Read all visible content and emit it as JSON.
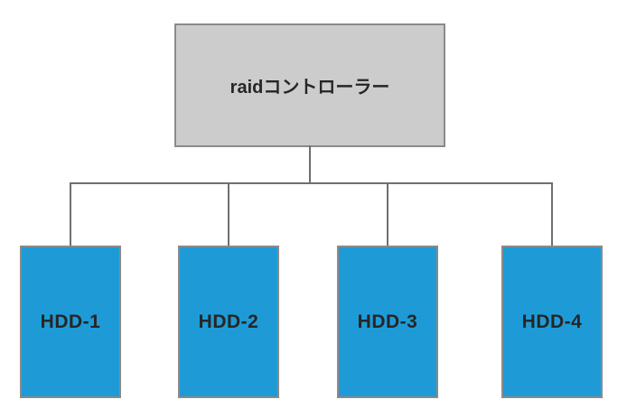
{
  "diagram": {
    "type": "tree",
    "background": "#ffffff",
    "connector_color": "#6f6f6f",
    "controller": {
      "label": "raidコントローラー",
      "fill": "#cccccc",
      "border_color": "#8a8a8a",
      "text_color": "#262626"
    },
    "hdds": [
      {
        "label": "HDD-1"
      },
      {
        "label": "HDD-2"
      },
      {
        "label": "HDD-3"
      },
      {
        "label": "HDD-4"
      }
    ],
    "hdd_style": {
      "fill": "#1e9bd7",
      "border_color": "#8a8a8a",
      "text_color": "#262626"
    }
  }
}
